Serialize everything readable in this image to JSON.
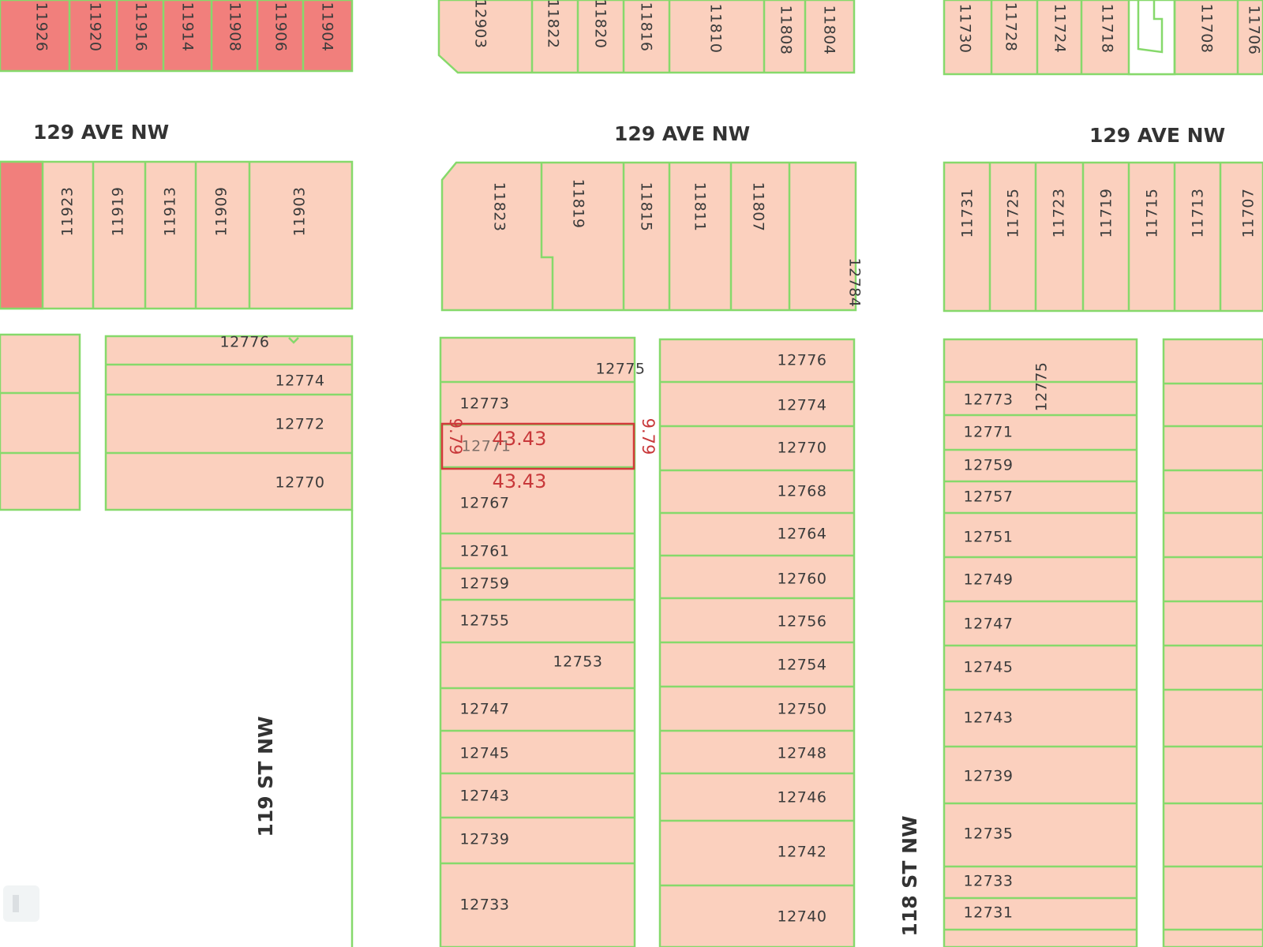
{
  "map": {
    "streets": {
      "ave_left": "129 AVE NW",
      "ave_center": "129 AVE NW",
      "ave_right": "129 AVE NW",
      "st_119": "119 ST NW",
      "st_118": "118 ST NW"
    },
    "top_left_lots": [
      "11926",
      "11920",
      "11916",
      "11914",
      "11908",
      "11906",
      "11904"
    ],
    "top_center_lots": [
      "12903",
      "11822",
      "11820",
      "11816",
      "11810",
      "11808",
      "11804"
    ],
    "top_right_lots": [
      "11730",
      "11728",
      "11724",
      "11718",
      "11708",
      "11706"
    ],
    "mid_left_lots": [
      "11923",
      "11919",
      "11913",
      "11909",
      "11903"
    ],
    "mid_center_lots": [
      "11823",
      "11819",
      "11815",
      "11811",
      "11807",
      "12784"
    ],
    "mid_right_lots": [
      "11731",
      "11725",
      "11723",
      "11719",
      "11715",
      "11713",
      "11707"
    ],
    "left_block_lots": [
      "12776",
      "12774",
      "12772",
      "12770"
    ],
    "center_west_lots": [
      "12775",
      "12773",
      "12771",
      "12767",
      "12761",
      "12759",
      "12755",
      "12753",
      "12747",
      "12745",
      "12743",
      "12739",
      "12733"
    ],
    "center_east_lots": [
      "12776",
      "12774",
      "12770",
      "12768",
      "12764",
      "12760",
      "12756",
      "12754",
      "12750",
      "12748",
      "12746",
      "12742",
      "12740"
    ],
    "right_block_lots": [
      "12775",
      "12773",
      "12771",
      "12759",
      "12757",
      "12751",
      "12749",
      "12747",
      "12745",
      "12743",
      "12739",
      "12735",
      "12733",
      "12731"
    ],
    "highlight": {
      "length_top": "43.43",
      "length_bottom": "43.43",
      "width_left": "9.79",
      "width_right": "9.79"
    }
  }
}
